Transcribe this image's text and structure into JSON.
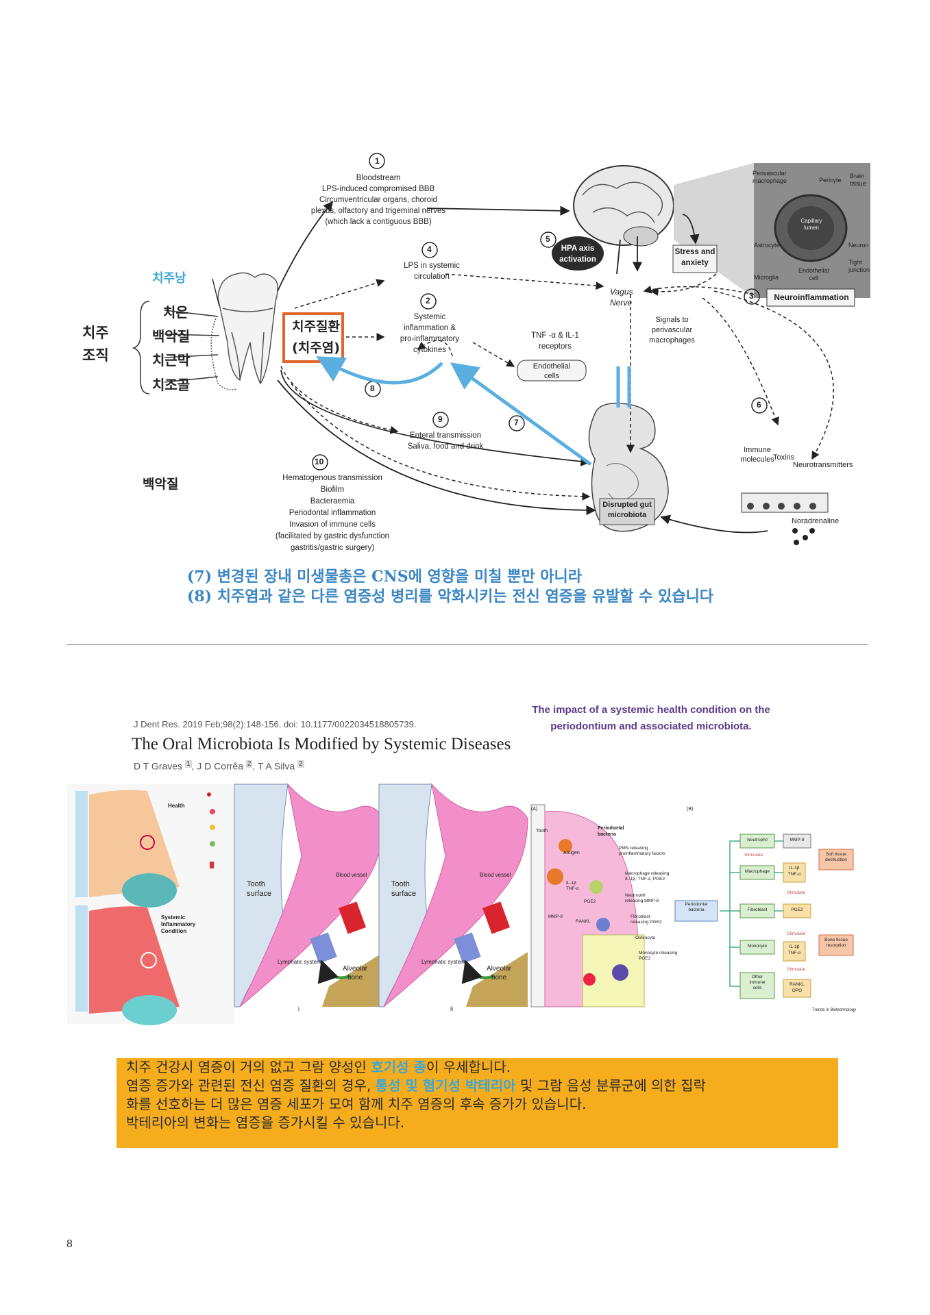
{
  "top_figure": {
    "tissue_labels": {
      "sac": "치주낭",
      "gum": "치은",
      "cementum": "백악질",
      "ligament": "치근막",
      "bone": "치조골",
      "group": "치주\n조직"
    },
    "disease_box": "치주질환\n(치주염)",
    "cementum_left": "백악질",
    "steps": [
      {
        "num": "1",
        "text": "Bloodstream\nLPS-induced compromised BBB\nCircumventricular organs, choroid\nplexus, olfactory and trigeminal nerves\n(which lack a contiguous BBB)"
      },
      {
        "num": "4",
        "text": "LPS in systemic\ncirculation"
      },
      {
        "num": "2",
        "text": "Systemic\ninflammation &\npro-inflammatory\ncytokines"
      },
      {
        "num": "5",
        "text": "HPA axis\nactivation"
      },
      {
        "num": "3",
        "text": "Neuroinflammation"
      },
      {
        "num": "6",
        "text": ""
      },
      {
        "num": "7",
        "text": ""
      },
      {
        "num": "8",
        "text": ""
      },
      {
        "num": "9",
        "text": "Enteral transmission\nSaliva, food and drink"
      },
      {
        "num": "10",
        "text": "Hematogenous transmission\nBiofilm\nBacteraemia\nPeriodontal inflammation\nInvasion of immune cells\n(facilitated by gastric dysfunction\ngastritis/gastric surgery)"
      }
    ],
    "stress": "Stress and\nanxiety",
    "vagus": "Vagus\nNerve",
    "signals": "Signals to\nperivascular\nmacrophages",
    "tnf": "TNF -α & IL-1\nreceptors",
    "endothelial": "Endothelial\ncells",
    "gut": "Disrupted gut\nmicrobiota",
    "immune": "Immune\nmolecules",
    "toxins": "Toxins",
    "neurotransmitters": "Neurotransmitters",
    "noradrenaline": "Noradrenaline",
    "inset": {
      "perivascular": "Perivascular\nmacrophage",
      "pericyte": "Pericyte",
      "brain": "Brain\ntissue",
      "capillary": "Capillary\nlumen",
      "astrocyte": "Astrocyte",
      "neuron": "Neuron",
      "tight": "Tight\njunction",
      "microglia": "Microglia",
      "endothelial": "Endothelial\ncell"
    },
    "caption_lines": [
      "(7) 변경된 장내 미생물총은 CNS에 영향을 미칠 뿐만 아니라",
      "(8) 치주염과 같은 다른 염증성 병리를 악화시키는 전신 염증을 유발할 수 있습니다"
    ]
  },
  "article": {
    "reference": "J Dent Res. 2019 Feb;98(2):148-156. doi: 10.1177/0022034518805739.",
    "title": "The Oral Microbiota Is Modified by Systemic Diseases",
    "authors": [
      "D T Graves",
      "J D Corrêa",
      "T A Silva"
    ],
    "author_sups": [
      "1",
      "2",
      "2"
    ],
    "impact_title": "The impact of a systemic health condition on the\nperiodontium and associated microbiota."
  },
  "bottom_figures": {
    "panel1": {
      "health": "Health",
      "systemic": "Systemic\nInflammatory\nCondition"
    },
    "panel2": {
      "tooth": "Tooth\nsurface",
      "blood": "Blood vessel",
      "lymph": "Lymphatic system",
      "bone": "Alveolar\nbone",
      "roman": "i"
    },
    "panel3": {
      "tooth": "Tooth\nsurface",
      "blood": "Blood vessel",
      "lymph": "Lymphatic system",
      "bone": "Alveolar\nbone",
      "roman": "ii"
    },
    "panel4": {
      "a": "(A)",
      "b": "(B)",
      "tooth": "Tooth",
      "perio": "Periodontal\nbacteria",
      "antigen": "Antigen",
      "pmn": "PMN releasing\nproinflammatory factors",
      "macro": "Macrophage releasing\nIL-1β, TNF-α, PGE2",
      "neutro": "Neutrophil\nreleasing MMP-8",
      "fibro": "Fibroblast\nreleasing PGE2",
      "osteo": "Osteocyte",
      "mono": "Monocyte releasing\nPGE2",
      "il": "IL-1β\nTNF-α",
      "pge2": "PGE2",
      "mmp8": "MMP-8",
      "rankl": "RANKL"
    },
    "panel5": {
      "pb": "Periodontal\nbacteria",
      "neutrophil": "Neutrophil",
      "macrophage": "Macrophage",
      "fibroblast": "Fibroblast",
      "monocyte": "Monocyte",
      "other": "Other\nimmune\ncells",
      "mmp8": "MMP-8",
      "il": "IL-1β\nTNF-α",
      "pge2": "PGE2",
      "il2": "IL-1β\nTNF-α",
      "rankl": "RANKL\nOPG",
      "soft": "Soft tissue\ndestruction",
      "bone": "Bone tissue\nresorption",
      "stim": "Stimulate",
      "trends": "Trends in Biotechnology"
    }
  },
  "summary": {
    "line1_pre": "치주 건강시 염증이 거의 없고 그람 양성인 ",
    "line1_hl": "호기성 종",
    "line1_post": "이 우세합니다.",
    "line2_pre": "염증 증가와 관련된 전신 염증 질환의 경우, ",
    "line2_hl": "통성 및 혐기성 박테리아",
    "line2_post": " 및 그람 음성 분류군에 의한 집락",
    "line3": "화를 선호하는 더 많은 염증 세포가 모여 함께 치주 염증의 후속 증가가 있습니다.",
    "line4": "박테리아의 변화는 염증을 증가시킬 수 있습니다."
  },
  "page_number": "8",
  "colors": {
    "accent_blue": "#3a86c4",
    "arrow_blue": "#5aaee0",
    "box_orange": "#e0662a",
    "summary_bg": "#f5ad1e",
    "title_purple": "#5b3b8c"
  }
}
